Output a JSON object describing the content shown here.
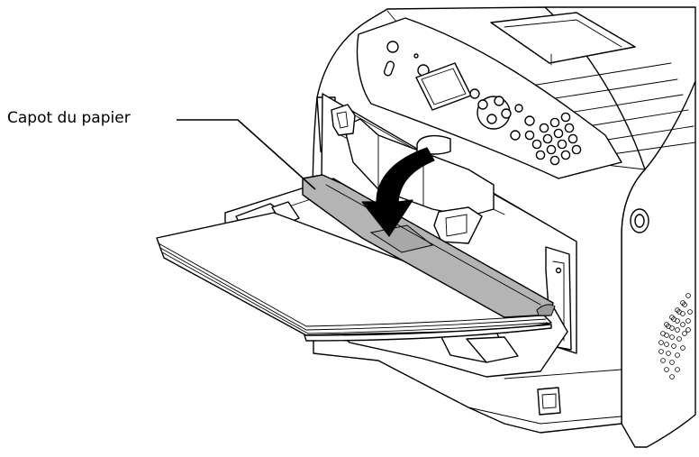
{
  "callout": {
    "label": "Capot du papier"
  },
  "colors": {
    "cover_fill": "#b4b4b4",
    "arrow_fill": "#000000",
    "line": "#000000",
    "background": "#ffffff"
  },
  "icons": [
    "printer-illustration",
    "curved-arrow-icon",
    "control-panel-keypad"
  ]
}
